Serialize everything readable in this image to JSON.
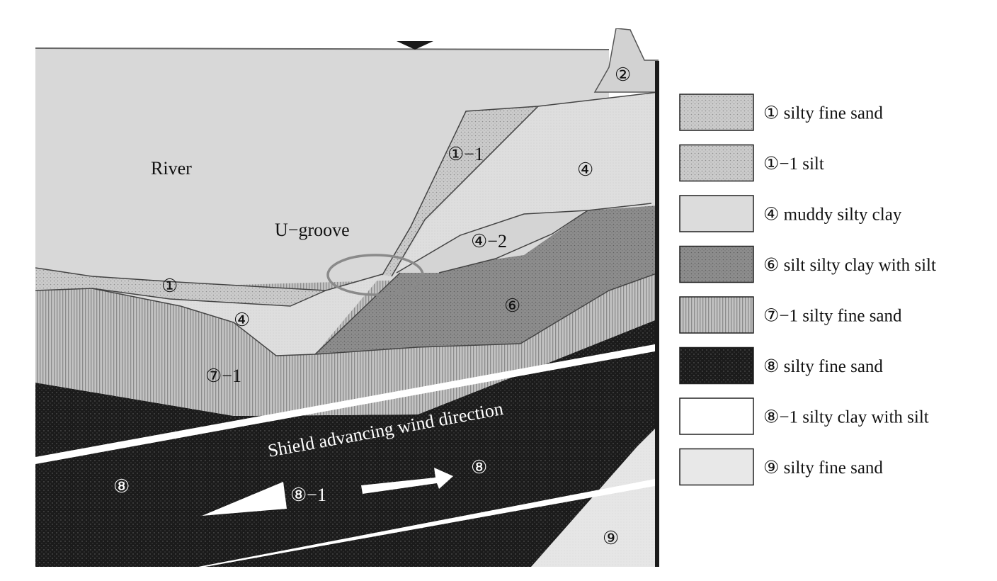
{
  "section": {
    "labels": {
      "river": "River",
      "u_groove": "U−groove",
      "layer_2": "②",
      "layer_1_1": "①−1",
      "layer_4_right": "④",
      "layer_4_2": "④−2",
      "layer_1": "①",
      "layer_4_left": "④",
      "layer_6": "⑥",
      "layer_7_1": "⑦−1",
      "advance_direction": "Shield advancing wind direction",
      "layer_8_left": "⑧",
      "layer_8_1": "⑧−1",
      "layer_8_right": "⑧",
      "layer_9": "⑨"
    }
  },
  "legend": {
    "items": [
      {
        "text": "① silty fine sand",
        "fill": "#cfcfcf",
        "pattern": "dots-light"
      },
      {
        "text": "①−1 silt",
        "fill": "#c4c4c4",
        "pattern": "dots-light"
      },
      {
        "text": "④ muddy silty clay",
        "fill": "#dcdcdc",
        "pattern": "none"
      },
      {
        "text": "⑥ silt silty clay with silt",
        "fill": "#8a8a8a",
        "pattern": "dots-dark"
      },
      {
        "text": "⑦−1 silty fine sand",
        "fill": "#b5b5b5",
        "pattern": "vlines"
      },
      {
        "text": "⑧ silty fine sand",
        "fill": "#1a1a1a",
        "pattern": "dots-white"
      },
      {
        "text": "⑧−1 silty clay with silt",
        "fill": "#ffffff",
        "pattern": "none"
      },
      {
        "text": "⑨ silty fine sand",
        "fill": "#e8e8e8",
        "pattern": "none"
      }
    ]
  },
  "colors": {
    "river": "#d7d7d7",
    "layer_8": "#1b1b1b",
    "layer_6": "#8e8e8e",
    "layer_7_1": "#b9b9b9",
    "layer_4": "#dcdcdc",
    "layer_1": "#cdcdcd",
    "layer_9": "#e6e6e6",
    "ring": "#8a8a8a"
  }
}
